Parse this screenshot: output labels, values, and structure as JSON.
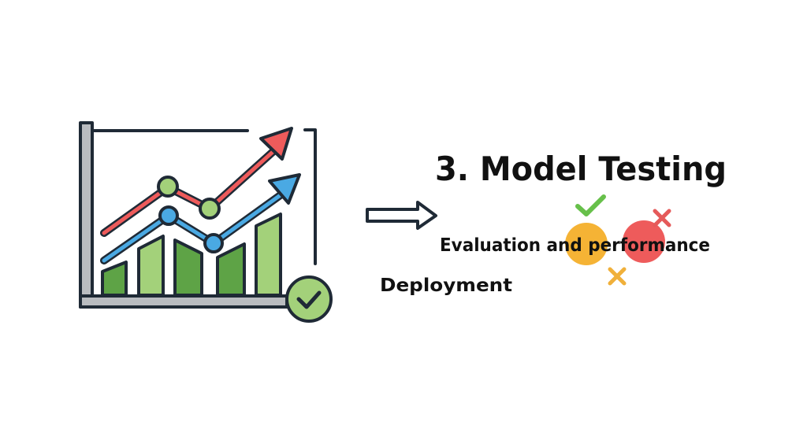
{
  "title": "3. Model Testing",
  "subtitle": "Evaluation and performance",
  "next_step": "Deployment",
  "icons": [
    "growth-chart-icon",
    "check-badge-icon",
    "right-arrow-icon",
    "check-mark-icon",
    "cross-mark-icon"
  ],
  "colors": {
    "dark": "#1f2a36",
    "gray": "#b9bcc0",
    "green_dark": "#5ea346",
    "green_light": "#a3d17a",
    "red": "#ee5b5b",
    "blue": "#4aa9e3",
    "orange": "#f5b335",
    "check_green": "#67c04a"
  }
}
